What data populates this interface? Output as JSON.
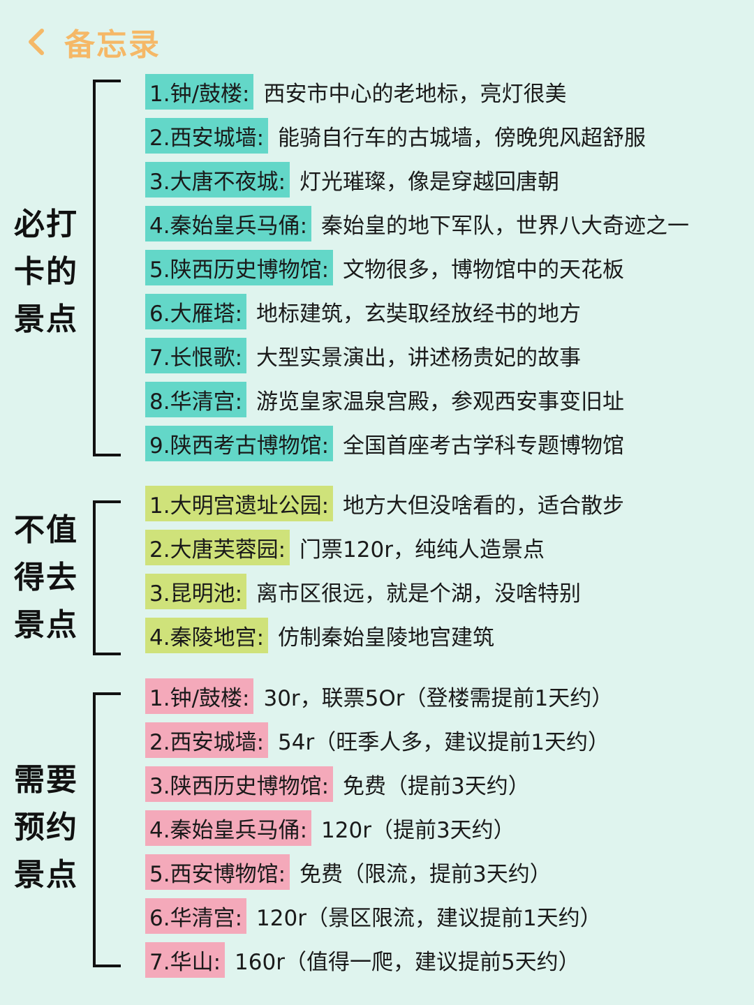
{
  "header": {
    "back_icon": "chevron-left-icon",
    "title": "备忘录",
    "accent_color": "#f5b867"
  },
  "sections": [
    {
      "label_lines": [
        "必打",
        "卡的",
        "景点"
      ],
      "tag_color": "#63d7c8",
      "items": [
        {
          "name": "1.钟/鼓楼:",
          "desc": "西安市中心的老地标，亮灯很美"
        },
        {
          "name": "2.西安城墙:",
          "desc": "能骑自行车的古城墙，傍晚兜风超舒服"
        },
        {
          "name": "3.大唐不夜城:",
          "desc": "灯光璀璨，像是穿越回唐朝"
        },
        {
          "name": "4.秦始皇兵马俑:",
          "desc": "秦始皇的地下军队，世界八大奇迹之一"
        },
        {
          "name": "5.陕西历史博物馆:",
          "desc": "文物很多，博物馆中的天花板"
        },
        {
          "name": "6.大雁塔:",
          "desc": "地标建筑，玄奘取经放经书的地方"
        },
        {
          "name": "7.长恨歌:",
          "desc": "大型实景演出，讲述杨贵妃的故事"
        },
        {
          "name": "8.华清宫:",
          "desc": "游览皇家温泉宫殿，参观西安事变旧址"
        },
        {
          "name": "9.陕西考古博物馆:",
          "desc": "全国首座考古学科专题博物馆"
        }
      ]
    },
    {
      "label_lines": [
        "不值",
        "得去",
        "景点"
      ],
      "tag_color": "#cfe27a",
      "items": [
        {
          "name": "1.大明宫遗址公园:",
          "desc": "地方大但没啥看的，适合散步"
        },
        {
          "name": "2.大唐芙蓉园:",
          "desc": "门票120r，纯纯人造景点"
        },
        {
          "name": "3.昆明池:",
          "desc": "离市区很远，就是个湖，没啥特别"
        },
        {
          "name": "4.秦陵地宫:",
          "desc": "仿制秦始皇陵地宫建筑"
        }
      ]
    },
    {
      "label_lines": [
        "需要",
        "预约",
        "景点"
      ],
      "tag_color": "#f4a9ba",
      "items": [
        {
          "name": "1.钟/鼓楼:",
          "desc": "30r，联票5Or（登楼需提前1天约）"
        },
        {
          "name": "2.西安城墙:",
          "desc": "54r（旺季人多，建议提前1天约）"
        },
        {
          "name": "3.陕西历史博物馆:",
          "desc": "免费（提前3天约）"
        },
        {
          "name": "4.秦始皇兵马俑:",
          "desc": "120r（提前3天约）"
        },
        {
          "name": "5.西安博物馆:",
          "desc": "免费（限流，提前3天约）"
        },
        {
          "name": "6.华清宫:",
          "desc": "120r（景区限流，建议提前1天约）"
        },
        {
          "name": "7.华山:",
          "desc": "160r（值得一爬，建议提前5天约）"
        }
      ]
    }
  ]
}
